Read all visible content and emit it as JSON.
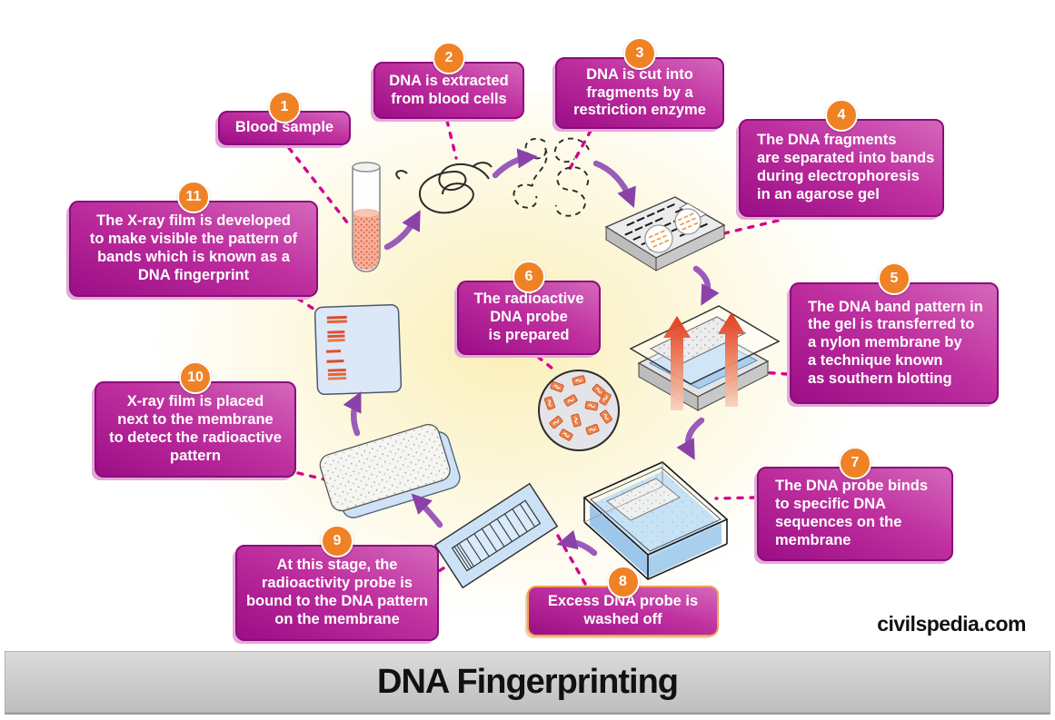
{
  "title_bar": {
    "title": "DNA Fingerprinting"
  },
  "watermark": "civilspedia.com",
  "steps": [
    {
      "number": "1",
      "text": "Blood sample"
    },
    {
      "number": "2",
      "text": "DNA is extracted\nfrom blood cells"
    },
    {
      "number": "3",
      "text": "DNA is cut into\nfragments by a\nrestriction enzyme"
    },
    {
      "number": "4",
      "text": "The DNA fragments\nare separated into bands\nduring electrophoresis\nin an agarose gel"
    },
    {
      "number": "5",
      "text": "The DNA band pattern in\nthe gel is transferred to\na nylon membrane by\na technique known\nas southern blotting"
    },
    {
      "number": "6",
      "text": "The radioactive\nDNA probe\nis prepared"
    },
    {
      "number": "7",
      "text": "The DNA probe binds\nto specific DNA\nsequences on the\nmembrane"
    },
    {
      "number": "8",
      "text": "Excess DNA probe is\nwashed off"
    },
    {
      "number": "9",
      "text": "At this stage, the\nradioactivity probe is\nbound to the DNA pattern\non the membrane"
    },
    {
      "number": "10",
      "text": "X-ray film is placed\nnext to the membrane\nto detect the radioactive\npattern"
    },
    {
      "number": "11",
      "text": "The X-ray film is developed\nto make visible the pattern of\nbands which is known as a\nDNA fingerprint"
    }
  ],
  "colors": {
    "box_gradient_dark": "#9c0e86",
    "box_gradient_light": "#d468bb",
    "box_border": "#8c0c7c",
    "badge_orange": "#f08226",
    "step8_border_orange": "#f0a24e",
    "connector_pink": "#d4008f",
    "arrow_purple": "#9a5cb8",
    "title_text": "#111111",
    "bar_gray": "#bfbfbf",
    "bar_gray_light": "#dadada",
    "glow_yellow": "#fbf2c4"
  }
}
